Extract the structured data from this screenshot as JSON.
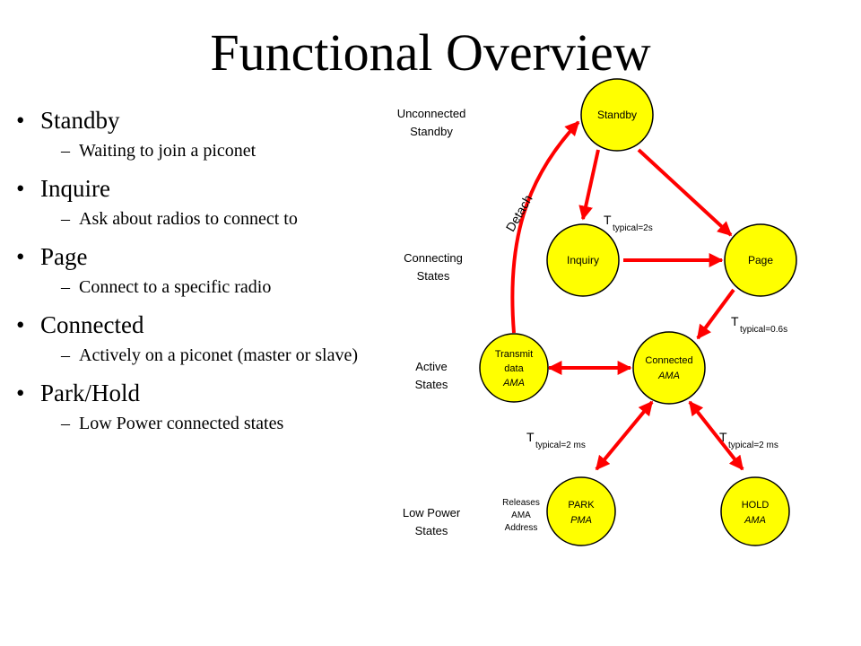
{
  "title": "Functional Overview",
  "bullets": [
    {
      "label": "Standby",
      "sub": "Waiting to join a piconet"
    },
    {
      "label": "Inquire",
      "sub": "Ask about radios to connect to"
    },
    {
      "label": "Page",
      "sub": "Connect to a specific radio"
    },
    {
      "label": "Connected",
      "sub": "Actively on a piconet (master or slave)"
    },
    {
      "label": "Park/Hold",
      "sub": "Low Power connected states"
    }
  ],
  "diagram": {
    "colors": {
      "node_fill": "#ffff00",
      "arrow": "#ff0000",
      "outline": "#000000"
    },
    "row_labels": [
      {
        "line1": "Unconnected",
        "line2": "Standby"
      },
      {
        "line1": "Connecting",
        "line2": "States"
      },
      {
        "line1": "Active",
        "line2": "States"
      },
      {
        "line1": "Low Power",
        "line2": "States"
      }
    ],
    "nodes": {
      "standby": {
        "line1": "Standby"
      },
      "inquiry": {
        "line1": "Inquiry"
      },
      "page": {
        "line1": "Page"
      },
      "transmit": {
        "line1": "Transmit",
        "line2": "data",
        "line3": "AMA"
      },
      "connected": {
        "line1": "Connected",
        "line2": "AMA"
      },
      "park": {
        "line1": "PARK",
        "line2": "PMA"
      },
      "hold": {
        "line1": "HOLD",
        "line2": "AMA"
      }
    },
    "detach_label": "Detach",
    "timings": [
      {
        "t": "T",
        "sub": "typical=2s"
      },
      {
        "t": "T",
        "sub": "typical=0.6s"
      },
      {
        "t": "T",
        "sub": "typical=2 ms"
      },
      {
        "t": "T",
        "sub": "typical=2 ms"
      }
    ],
    "releases_note": {
      "line1": "Releases",
      "line2": "AMA",
      "line3": "Address"
    }
  }
}
